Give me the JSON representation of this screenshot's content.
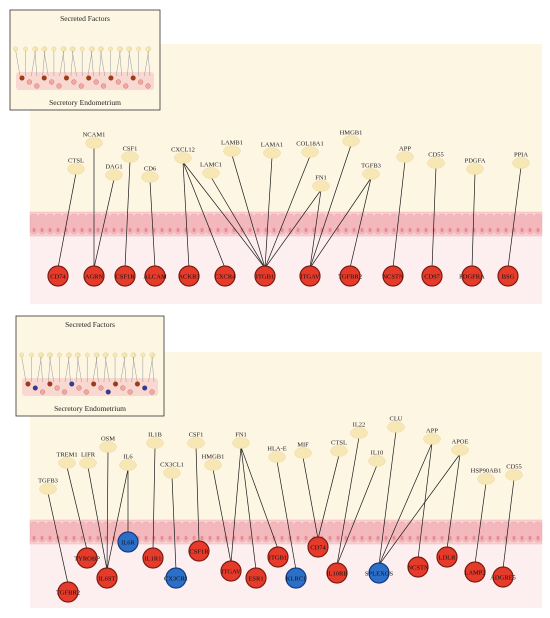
{
  "panels": [
    {
      "legend": {
        "top": "Secreted Factors",
        "bottom": "Secretory Endometrium"
      },
      "ligands": [
        "CTSL",
        "NCAM1",
        "DAG1",
        "CSF1",
        "CD6",
        "CXCL12",
        "LAMC1",
        "LAMB1",
        "LAMA1",
        "COL18A1",
        "FN1",
        "HMGB1",
        "TGFB3",
        "APP",
        "CD55",
        "PDGFA",
        "PPIA"
      ],
      "receptors": [
        {
          "name": "CD74",
          "color": "red"
        },
        {
          "name": "AGRN",
          "color": "red"
        },
        {
          "name": "CSF1R",
          "color": "red"
        },
        {
          "name": "ALCAM",
          "color": "red"
        },
        {
          "name": "ACKR3",
          "color": "red"
        },
        {
          "name": "CXCR4",
          "color": "red"
        },
        {
          "name": "ITGB1",
          "color": "red"
        },
        {
          "name": "ITGAV",
          "color": "red"
        },
        {
          "name": "TGFBR2",
          "color": "red"
        },
        {
          "name": "NCSTN",
          "color": "red"
        },
        {
          "name": "CD97",
          "color": "red"
        },
        {
          "name": "PDGFRA",
          "color": "red"
        },
        {
          "name": "BSG",
          "color": "red"
        }
      ],
      "links": [
        [
          "CTSL",
          "CD74"
        ],
        [
          "NCAM1",
          "AGRN"
        ],
        [
          "DAG1",
          "AGRN"
        ],
        [
          "CSF1",
          "CSF1R"
        ],
        [
          "CD6",
          "ALCAM"
        ],
        [
          "CXCL12",
          "ACKR3"
        ],
        [
          "CXCL12",
          "CXCR4"
        ],
        [
          "CXCL12",
          "ITGB1"
        ],
        [
          "LAMC1",
          "ITGB1"
        ],
        [
          "LAMB1",
          "ITGB1"
        ],
        [
          "LAMA1",
          "ITGB1"
        ],
        [
          "COL18A1",
          "ITGB1"
        ],
        [
          "FN1",
          "ITGB1"
        ],
        [
          "FN1",
          "ITGAV"
        ],
        [
          "HMGB1",
          "ITGAV"
        ],
        [
          "TGFB3",
          "ITGAV"
        ],
        [
          "TGFB3",
          "TGFBR2"
        ],
        [
          "APP",
          "NCSTN"
        ],
        [
          "CD55",
          "CD97"
        ],
        [
          "PDGFA",
          "PDGFRA"
        ],
        [
          "PPIA",
          "BSG"
        ]
      ]
    },
    {
      "legend": {
        "top": "Secreted Factors",
        "bottom": "Secretory Endometrium"
      },
      "ligands": [
        "TGFB3",
        "TREM1",
        "LIFR",
        "OSM",
        "IL6",
        "IL1B",
        "CX3CL1",
        "CSF1",
        "HMGB1",
        "FN1",
        "HLA-E",
        "MIF",
        "CTSL",
        "IL22",
        "IL10",
        "CLU",
        "APP",
        "APOE",
        "HSP90AB1",
        "CD55"
      ],
      "receptors": [
        {
          "name": "TGFBR2",
          "color": "red"
        },
        {
          "name": "TYROBP",
          "color": "red"
        },
        {
          "name": "IL6ST",
          "color": "red"
        },
        {
          "name": "IL6R",
          "color": "blue"
        },
        {
          "name": "IL1R1",
          "color": "red"
        },
        {
          "name": "CX3CR1",
          "color": "blue"
        },
        {
          "name": "CSF1R",
          "color": "red"
        },
        {
          "name": "ITGAV",
          "color": "red"
        },
        {
          "name": "ESR1",
          "color": "red"
        },
        {
          "name": "ITGB1",
          "color": "red"
        },
        {
          "name": "KLRC1",
          "color": "blue"
        },
        {
          "name": "CD74",
          "color": "red"
        },
        {
          "name": "IL10RB",
          "color": "red"
        },
        {
          "name": "SPLEXOS",
          "color": "blue"
        },
        {
          "name": "NCSTN",
          "color": "red"
        },
        {
          "name": "LDLR",
          "color": "red"
        },
        {
          "name": "LAMP2",
          "color": "red"
        },
        {
          "name": "ADGRE5",
          "color": "red"
        }
      ],
      "links": [
        [
          "TGFB3",
          "TGFBR2"
        ],
        [
          "TREM1",
          "TYROBP"
        ],
        [
          "LIFR",
          "IL6ST"
        ],
        [
          "OSM",
          "IL6ST"
        ],
        [
          "IL6",
          "IL6ST"
        ],
        [
          "IL6",
          "IL6R"
        ],
        [
          "IL1B",
          "IL1R1"
        ],
        [
          "CX3CL1",
          "CX3CR1"
        ],
        [
          "CSF1",
          "CSF1R"
        ],
        [
          "HMGB1",
          "ITGAV"
        ],
        [
          "FN1",
          "ITGAV"
        ],
        [
          "FN1",
          "ESR1"
        ],
        [
          "FN1",
          "ITGB1"
        ],
        [
          "HLA-E",
          "KLRC1"
        ],
        [
          "MIF",
          "CD74"
        ],
        [
          "CTSL",
          "CD74"
        ],
        [
          "IL22",
          "IL10RB"
        ],
        [
          "IL10",
          "IL10RB"
        ],
        [
          "CLU",
          "SPLEXOS"
        ],
        [
          "APP",
          "SPLEXOS"
        ],
        [
          "APP",
          "NCSTN"
        ],
        [
          "APOE",
          "SPLEXOS"
        ],
        [
          "APOE",
          "LDLR"
        ],
        [
          "HSP90AB1",
          "LAMP2"
        ],
        [
          "CD55",
          "ADGRE5"
        ]
      ]
    }
  ],
  "colors": {
    "ligand_fill": "#f6e7b4",
    "receptor_red": "#e63a2a",
    "receptor_blue": "#2c6fc9",
    "receptor_stroke": "#7a1d12",
    "tissue_pink": "#f7c4c7",
    "panel_bg": "#fdf6e3"
  }
}
